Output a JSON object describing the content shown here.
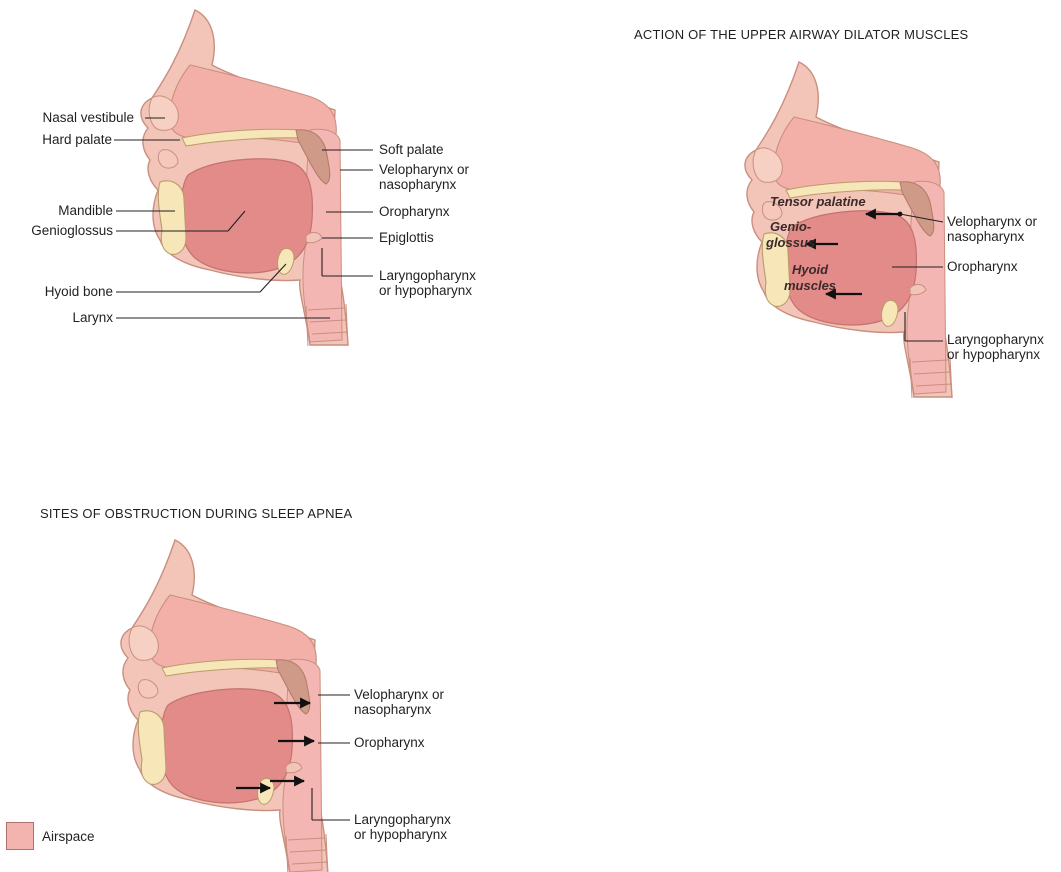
{
  "colors": {
    "outline": "#c98f7f",
    "skin": "#f3c4b8",
    "tissue": "#f2b0a8",
    "tongue": "#e28b88",
    "airway": "#f4b6b2",
    "bone": "#f6e6b8",
    "palate": "#eadba0",
    "soft_palate": "#cf9a88",
    "arrow": "#111111"
  },
  "panels": {
    "anatomy": {
      "labels": {
        "nasal_vestibule": "Nasal vestibule",
        "hard_palate": "Hard palate",
        "mandible": "Mandible",
        "genioglossus": "Genioglossus",
        "hyoid_bone": "Hyoid bone",
        "larynx": "Larynx",
        "soft_palate": "Soft palate",
        "velopharynx_1": "Velopharynx or",
        "velopharynx_2": "nasopharynx",
        "oropharynx": "Oropharynx",
        "epiglottis": "Epiglottis",
        "laryngo_1": "Laryngopharynx",
        "laryngo_2": "or hypopharynx"
      }
    },
    "dilator": {
      "title": "ACTION OF THE UPPER AIRWAY DILATOR MUSCLES",
      "muscles": {
        "tensor": "Tensor palatine",
        "genio_1": "Genio-",
        "genio_2": "glossus",
        "hyoid_1": "Hyoid",
        "hyoid_2": "muscles"
      },
      "labels": {
        "velopharynx_1": "Velopharynx or",
        "velopharynx_2": "nasopharynx",
        "oropharynx": "Oropharynx",
        "laryngo_1": "Laryngopharynx",
        "laryngo_2": "or hypopharynx"
      }
    },
    "obstruction": {
      "title": "SITES OF OBSTRUCTION DURING SLEEP APNEA",
      "labels": {
        "velopharynx_1": "Velopharynx or",
        "velopharynx_2": "nasopharynx",
        "oropharynx": "Oropharynx",
        "laryngo_1": "Laryngopharynx",
        "laryngo_2": "or hypopharynx"
      }
    }
  },
  "legend": {
    "airspace": "Airspace"
  }
}
